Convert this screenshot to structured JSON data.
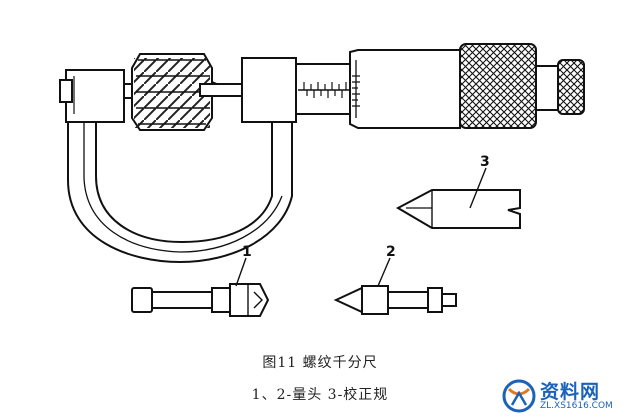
{
  "figure": {
    "part_labels": [
      "1",
      "2",
      "3"
    ]
  },
  "caption": {
    "title": "图11  螺纹千分尺",
    "legend": "1、2-量头  3-校正规"
  },
  "watermark": {
    "brand": "资料网",
    "url": "ZL.XS1616.COM",
    "colors": {
      "primary": "#1a63b8",
      "accent": "#e07a1f"
    }
  }
}
